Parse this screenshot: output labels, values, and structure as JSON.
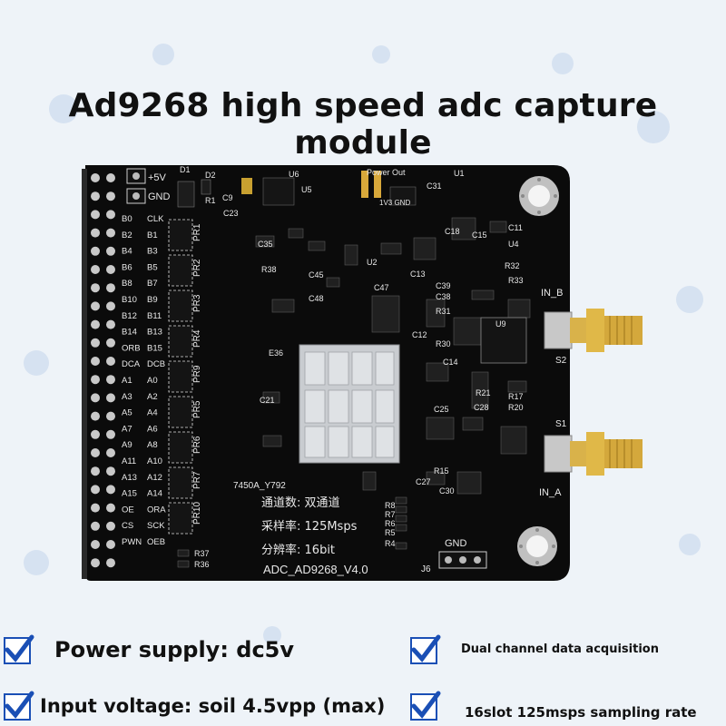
{
  "title": "Ad9268 high speed adc capture module",
  "board": {
    "model": "ADC_AD9268_V4.0",
    "spec_lines": [
      {
        "label": "通道数:",
        "value": "双通道"
      },
      {
        "label": "采样率:",
        "value": "125Msps"
      },
      {
        "label": "分辨率:",
        "value": "16bit"
      }
    ],
    "chip_marking": "7450A_Y792",
    "power_out": "Power Out",
    "power_out_pins": "1V3 GND",
    "plus5v": "+5V",
    "gnd": "GND",
    "gnd_header": "GND",
    "j6": "J6",
    "in_a": "IN_A",
    "in_b": "IN_B",
    "s1": "S1",
    "s2": "S2",
    "pin_left": [
      "B0",
      "B2",
      "B4",
      "B6",
      "B8",
      "B10",
      "B12",
      "B14",
      "ORB",
      "DCA",
      "A1",
      "A3",
      "A5",
      "A7",
      "A9",
      "A11",
      "A13",
      "A15",
      "OE",
      "CS",
      "PWN"
    ],
    "pin_right": [
      "CLK",
      "B1",
      "B3",
      "B5",
      "B7",
      "B9",
      "B11",
      "B13",
      "B15",
      "DCB",
      "A0",
      "A2",
      "A4",
      "A6",
      "A8",
      "A10",
      "A12",
      "A14",
      "ORA",
      "SCK",
      "OEB"
    ],
    "resistor_packs": [
      "PR1",
      "PR2",
      "PR3",
      "PR4",
      "PR9",
      "PR5",
      "PR6",
      "PR7",
      "PR10"
    ],
    "components": [
      "U6",
      "U5",
      "C23",
      "C9",
      "C35",
      "R38",
      "C45",
      "C48",
      "C47",
      "C13",
      "C39",
      "C38",
      "R31",
      "R30",
      "C21",
      "C25",
      "C28",
      "R15",
      "C27",
      "C30",
      "C31",
      "C18",
      "C15",
      "C11",
      "U2",
      "U1",
      "U9",
      "U4",
      "R32",
      "R33",
      "R17",
      "R20",
      "R21",
      "R8",
      "R7",
      "R6",
      "R5",
      "R4",
      "R37",
      "R36",
      "C12",
      "C14",
      "E36",
      "D1",
      "D2",
      "R1"
    ]
  },
  "features": [
    {
      "text": "Power supply: dc5v",
      "checked": true
    },
    {
      "text": "Dual channel data acquisition",
      "checked": true
    },
    {
      "text": "Input voltage: soil 4.5vpp (max)",
      "checked": true
    },
    {
      "text": "16slot 125msps sampling rate",
      "checked": true
    }
  ],
  "colors": {
    "pcb": "#0b0b0b",
    "silkscreen": "#e8e8e8",
    "gold": "#d8a83a",
    "heatsink": "#c9ccd0",
    "check": "#1a4fb5",
    "background": "#eef3f8"
  }
}
